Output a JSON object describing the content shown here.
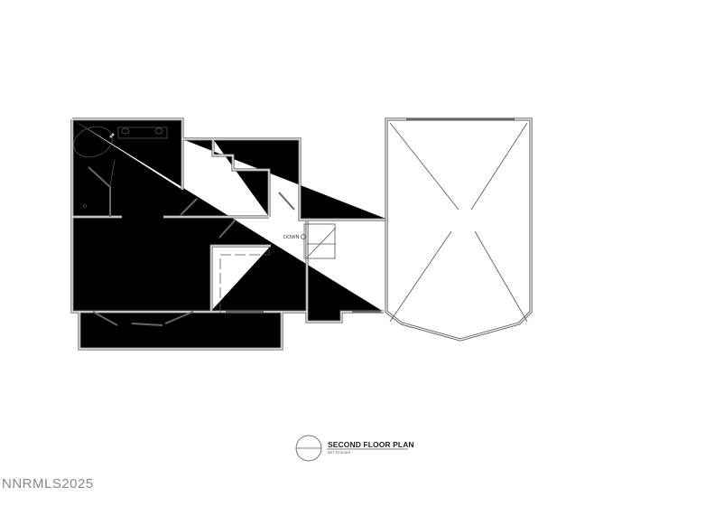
{
  "plan": {
    "title": "SECOND FLOOR PLAN",
    "subtitle": "NOT TO SCALE",
    "stair_label": "DOWN"
  },
  "watermark": "NNRMLS2025"
}
